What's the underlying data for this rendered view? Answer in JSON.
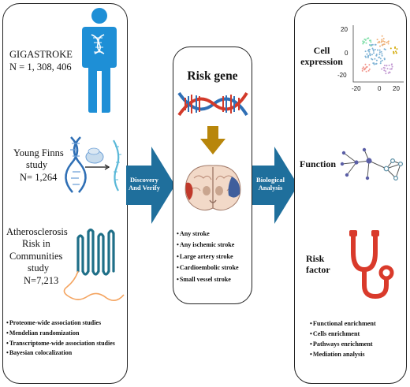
{
  "sources": {
    "gigastroke": {
      "title": "GIGASTROKE",
      "count": "N = 1, 308, 406"
    },
    "young_finns": {
      "title_line1": "Young Finns",
      "title_line2": "study",
      "count": "N= 1,264"
    },
    "aric": {
      "line1": "Atherosclerosis",
      "line2": "Risk in",
      "line3": "Communities",
      "line4": "study",
      "count": "N=7,213"
    }
  },
  "methods": [
    "Proteome-wide association studies",
    "Mendelian randomization",
    "Transcriptome-wide association studies",
    "Bayesian colocalization"
  ],
  "arrows": {
    "discovery": {
      "line1": "Discovery",
      "line2": "And Verify"
    },
    "biological": {
      "line1": "Biological",
      "line2": "Analysis"
    }
  },
  "risk_gene": {
    "title": "Risk gene",
    "strokes": [
      "Any stroke",
      "Any ischemic stroke",
      "Large artery stroke",
      "Cardioembolic stroke",
      "Small vessel stroke"
    ]
  },
  "biology": {
    "cell_expression": {
      "line1": "Cell",
      "line2": "expression",
      "x_ticks": [
        "-20",
        "0",
        "20"
      ],
      "y_ticks": [
        "20",
        "0",
        "-20"
      ]
    },
    "function": "Function",
    "risk_factor": {
      "line1": "Risk",
      "line2": "factor"
    },
    "analyses": [
      "Functional enrichment",
      "Cells enrichment",
      "Pathways enrichment",
      "Mediation analysis"
    ]
  },
  "colors": {
    "arrow": "#1f6f9c",
    "person": "#1e8fd6",
    "dna_blue": "#2f6fb5",
    "dna_red": "#d23a2a",
    "gold_arrow": "#b8860b",
    "stethoscope": "#d93a2b",
    "protein": "#1f6f88"
  }
}
